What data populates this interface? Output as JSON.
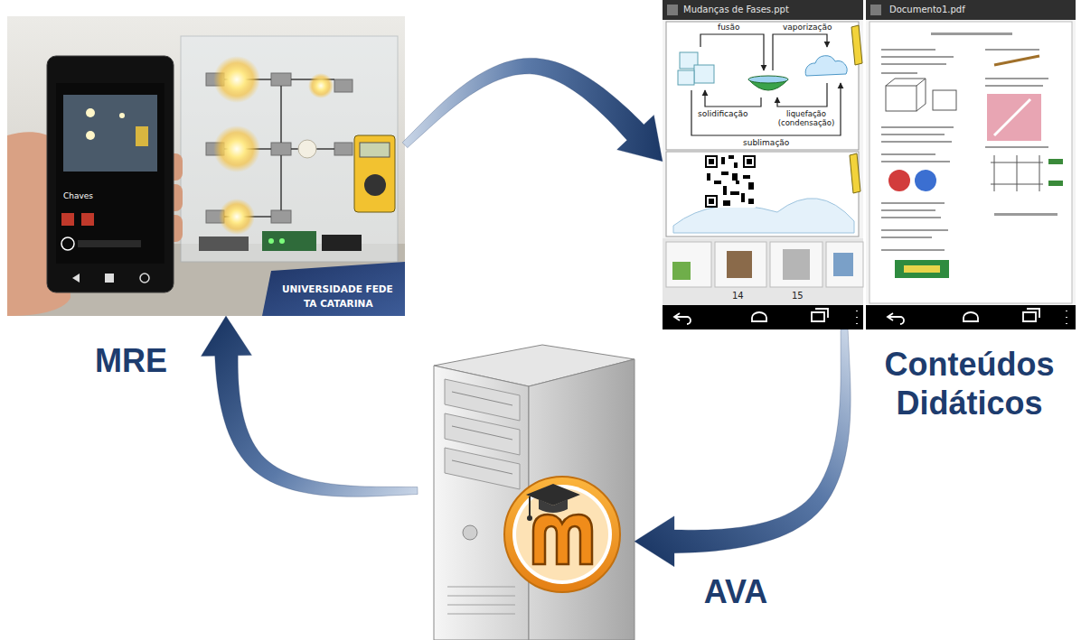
{
  "diagram": {
    "nodes": [
      {
        "text": [
          "MRE"
        ]
      },
      {
        "text": [
          "Conteúdos Didáticos"
        ]
      },
      {
        "text": [
          "AVA"
        ]
      }
    ],
    "edges": [
      {
        "from": 0,
        "to": 1,
        "arrow": "to"
      },
      {
        "from": 1,
        "to": 2,
        "arrow": "to"
      },
      {
        "from": 2,
        "to": 0,
        "arrow": "to"
      }
    ],
    "labels": [
      "Chaves",
      "UNIVERSIDADE FEDE",
      "TA CATARINA",
      "Mudanças de Fases.ppt",
      "fusão",
      "vaporização",
      "solidificação",
      "liquefação (condensação)",
      "sublimação",
      "14",
      "15",
      "Documento1.pdf"
    ]
  }
}
